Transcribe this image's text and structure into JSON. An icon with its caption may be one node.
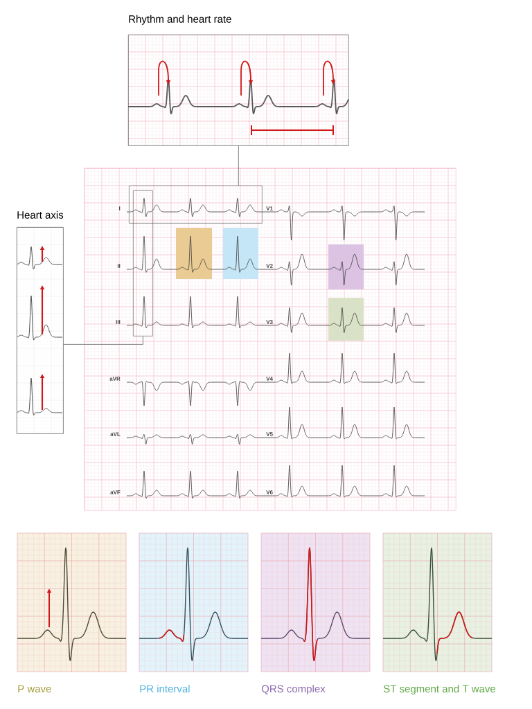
{
  "diagram": {
    "nodes": [
      {
        "text": [
          "Rhythm and heart rate"
        ]
      },
      {
        "text": [
          "Heart axis"
        ]
      },
      {
        "text": [],
        "shape": "box"
      },
      {
        "text": [],
        "shape": "box",
        "in": 2
      },
      {
        "text": [],
        "shape": "box",
        "in": 2
      },
      {
        "text": [
          "P wave"
        ]
      },
      {
        "text": [
          "PR interval"
        ]
      },
      {
        "text": [
          "QRS complex"
        ]
      },
      {
        "text": [
          "ST segment and T wave"
        ]
      }
    ],
    "edges": [
      {
        "from": 3,
        "to": 0,
        "arrow": "none"
      },
      {
        "from": 4,
        "to": 1,
        "arrow": "none"
      }
    ],
    "labels": [
      "I",
      "V1",
      "II",
      "V2",
      "III",
      "V3",
      "aVR",
      "V4",
      "aVL",
      "V5",
      "aVF",
      "V6"
    ]
  }
}
